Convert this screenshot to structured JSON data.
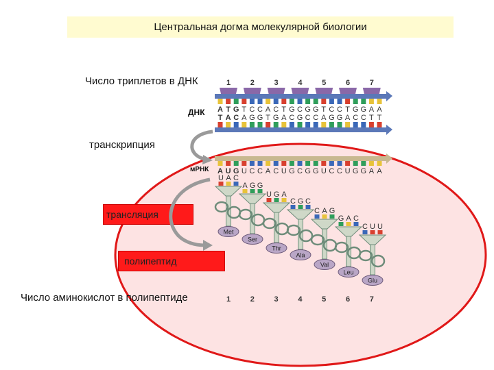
{
  "title": "Центральная догма молекулярной биологии",
  "labels": {
    "triplets": "Число триплетов в ДНК",
    "dna": "ДНК",
    "transcription": "транскрипция",
    "mrna": "мРНК",
    "translation": "трансляция",
    "polypeptide": "полипептид",
    "amino_count": "Число аминокислот в полипептиде"
  },
  "triplet_numbers": [
    "1",
    "2",
    "3",
    "4",
    "5",
    "6",
    "7"
  ],
  "amino_numbers": [
    "1",
    "2",
    "3",
    "4",
    "5",
    "6",
    "7"
  ],
  "dna_top": [
    "A",
    "T",
    "G",
    "T",
    "C",
    "C",
    "A",
    "C",
    "T",
    "G",
    "C",
    "G",
    "G",
    "T",
    "C",
    "C",
    "T",
    "G",
    "G",
    "A",
    "A"
  ],
  "dna_bottom": [
    "T",
    "A",
    "C",
    "A",
    "G",
    "G",
    "T",
    "G",
    "A",
    "C",
    "G",
    "C",
    "C",
    "A",
    "G",
    "G",
    "A",
    "C",
    "C",
    "T",
    "T"
  ],
  "mrna": [
    "A",
    "U",
    "G",
    "U",
    "C",
    "C",
    "A",
    "C",
    "U",
    "G",
    "C",
    "G",
    "G",
    "U",
    "C",
    "C",
    "U",
    "G",
    "G",
    "A",
    "A"
  ],
  "anticodons": [
    "UAC",
    "AGG",
    "UGA",
    "CGC",
    "CAG",
    "GAC",
    "CUU"
  ],
  "amino_acids": [
    "Met",
    "Ser",
    "Thr",
    "Ala",
    "Val",
    "Leu",
    "Glu"
  ],
  "colors": {
    "title_bg": "#fffbd0",
    "oval_fill": "#fde3e3",
    "oval_stroke": "#e01818",
    "red_box": "#ff1a1a",
    "strand": "#5b78b8",
    "mrna_strand": "#c8b890",
    "A": "#e8c33a",
    "T": "#d8402f",
    "U": "#d8402f",
    "G": "#2f9e5b",
    "C": "#3a68b8"
  }
}
